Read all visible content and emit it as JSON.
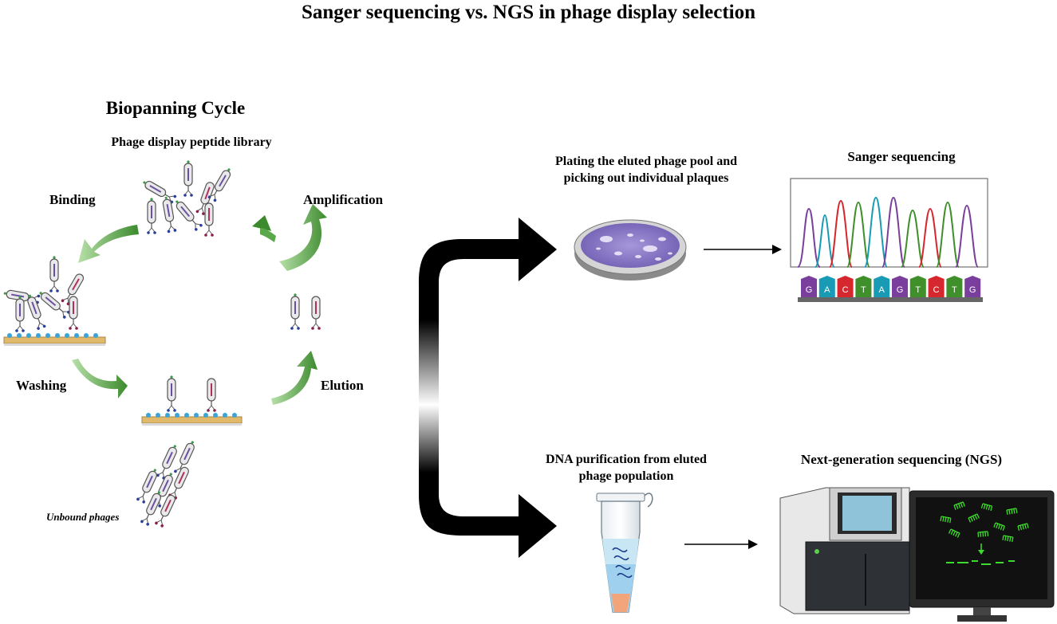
{
  "title": "Sanger sequencing vs. NGS in phage display selection",
  "biopanning": {
    "heading": "Biopanning Cycle",
    "library_label": "Phage display peptide library",
    "steps": {
      "binding": "Binding",
      "amplification": "Amplification",
      "washing": "Washing",
      "elution": "Elution",
      "unbound": "Unbound phages"
    }
  },
  "sanger_path": {
    "plating_line1": "Plating the eluted phage pool and",
    "plating_line2": "picking out individual plaques",
    "method": "Sanger sequencing",
    "bases": [
      "G",
      "A",
      "C",
      "T",
      "A",
      "G",
      "T",
      "C",
      "T",
      "G"
    ]
  },
  "ngs_path": {
    "dna_line1": "DNA purification from eluted",
    "dna_line2": "phage population",
    "method": "Next-generation sequencing (NGS)"
  },
  "colors": {
    "arrow_green": "#4e9a3c",
    "peak_purple": "#7a3e9d",
    "peak_cyan": "#1a9bb5",
    "peak_red": "#d6262e",
    "peak_green": "#3f8f2a",
    "plate_purple": "#8b78c8",
    "ngs_green": "#3ddc2b"
  }
}
